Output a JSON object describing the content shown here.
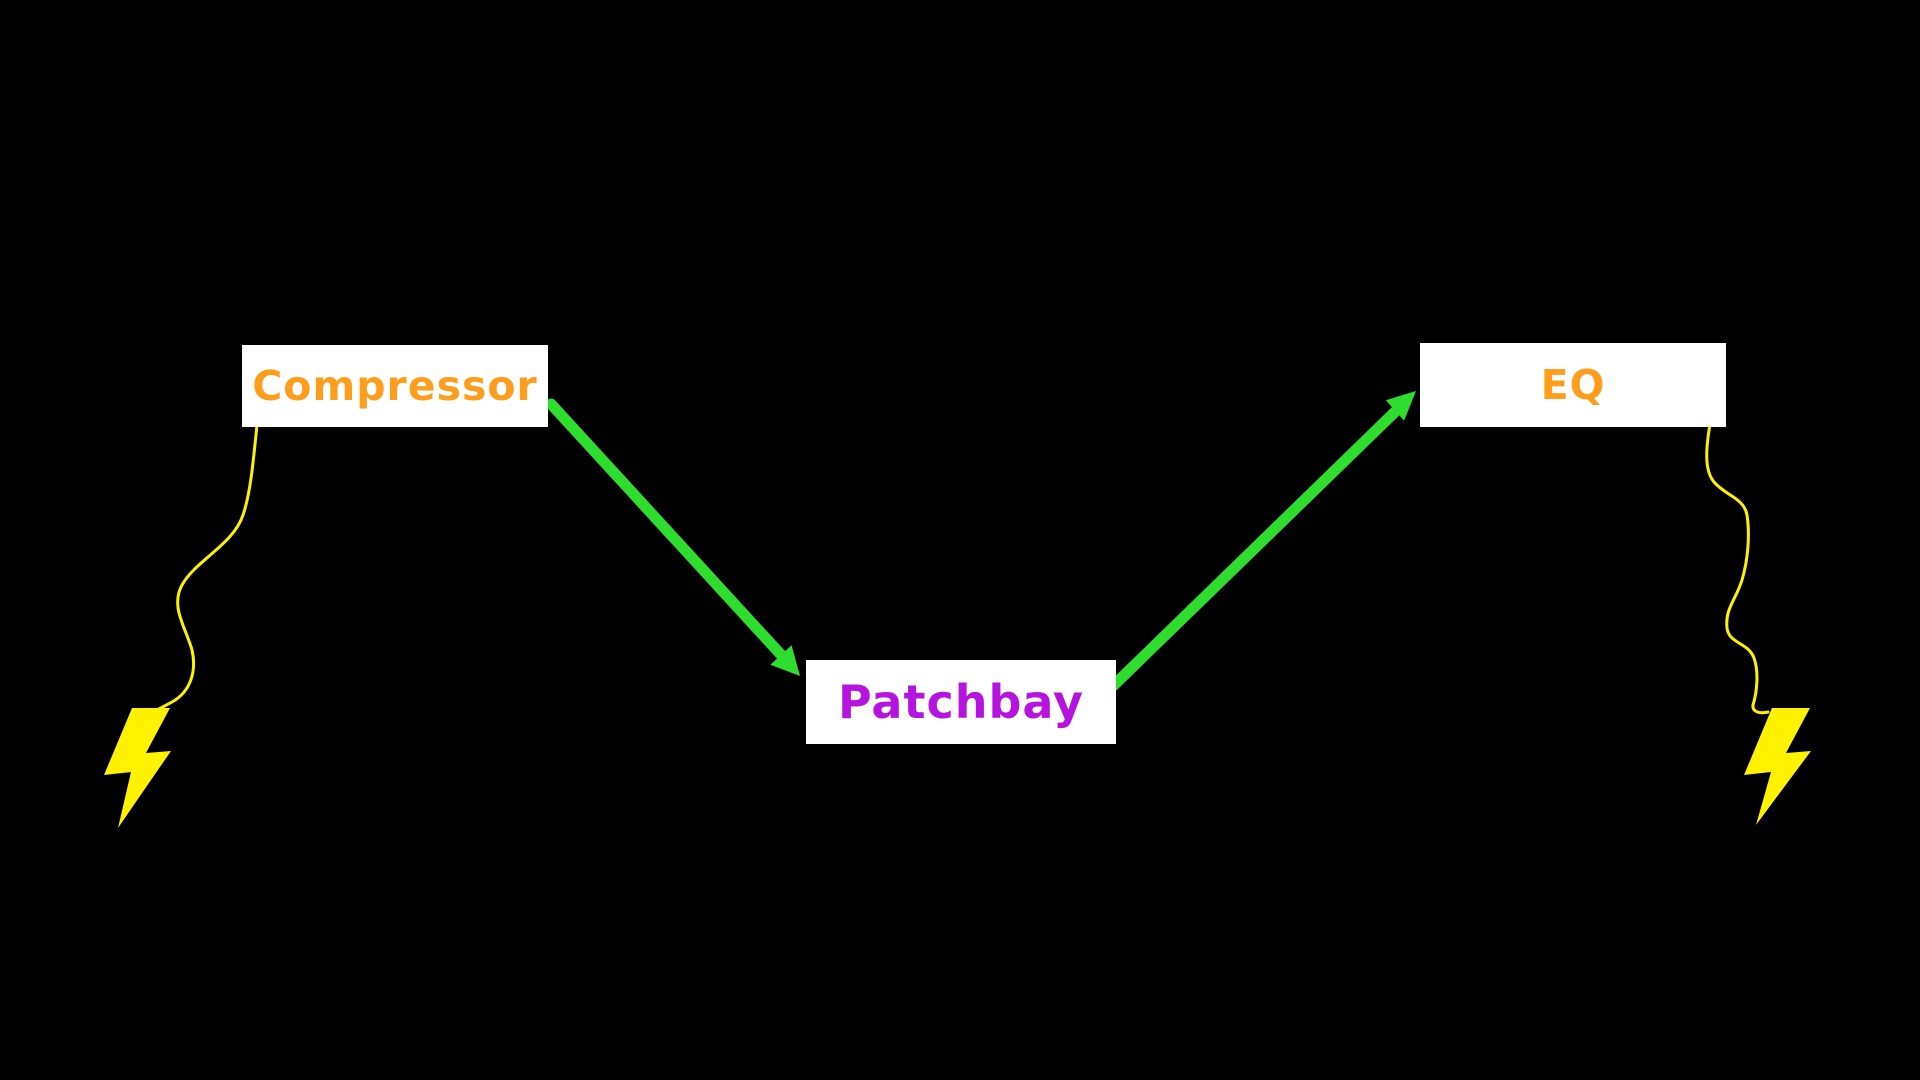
{
  "canvas": {
    "background": "#000000"
  },
  "colors": {
    "background": "#000000",
    "box_fill": "#ffffff",
    "orange": "#FF9D1C",
    "magenta": "#B414DE",
    "green": "#2EDD2E",
    "yellow": "#FFF200"
  },
  "nodes": {
    "compressor": {
      "label": "Compressor",
      "text_color": "orange",
      "fill": "white"
    },
    "patchbay": {
      "label": "Patchbay",
      "text_color": "magenta",
      "fill": "white"
    },
    "eq": {
      "label": "EQ",
      "text_color": "orange",
      "fill": "white"
    }
  },
  "edges": [
    {
      "name": "compressor-to-patchbay",
      "type": "arrow",
      "color": "green",
      "from": "compressor",
      "to": "patchbay"
    },
    {
      "name": "patchbay-to-eq",
      "type": "arrow",
      "color": "green",
      "from": "patchbay",
      "to": "eq"
    },
    {
      "name": "compressor-to-left-bolt",
      "type": "wire",
      "color": "yellow",
      "from": "compressor",
      "to": "lightning-bolt-left"
    },
    {
      "name": "eq-to-right-bolt",
      "type": "wire",
      "color": "yellow",
      "from": "eq",
      "to": "lightning-bolt-right"
    }
  ],
  "icons": [
    {
      "name": "lightning-bolt-left",
      "glyph": "lightning-bolt",
      "color": "yellow"
    },
    {
      "name": "lightning-bolt-right",
      "glyph": "lightning-bolt",
      "color": "yellow"
    }
  ]
}
